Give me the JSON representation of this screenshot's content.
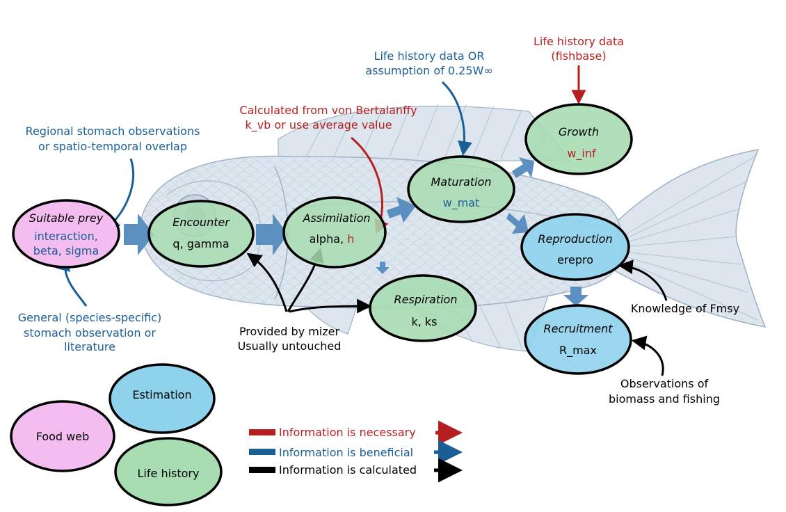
{
  "nodes": {
    "suitable_prey": {
      "title": "Suitable prey",
      "params": "interaction,",
      "params2": "beta, sigma"
    },
    "encounter": {
      "title": "Encounter",
      "params": "q, gamma"
    },
    "assimilation": {
      "title": "Assimilation",
      "params": "alpha, ",
      "params_red": "h"
    },
    "maturation": {
      "title": "Maturation",
      "params": "w_mat"
    },
    "growth": {
      "title": "Growth",
      "params": "w_inf"
    },
    "reproduction": {
      "title": "Reproduction",
      "params": "erepro"
    },
    "respiration": {
      "title": "Respiration",
      "params": "k, ks"
    },
    "recruitment": {
      "title": "Recruitment",
      "params": "R_max"
    }
  },
  "annotations": {
    "regional_stomach": [
      "Regional stomach observations",
      "or spatio-temporal overlap"
    ],
    "general_stomach": [
      "General (species-specific)",
      "stomach observation or",
      "literature"
    ],
    "von_bertalanffy": [
      "Calculated from von Bertalanffy",
      "k_vb or use average value"
    ],
    "life_history_or": [
      "Life history data OR",
      "assumption of 0.25W∞"
    ],
    "life_history_fishbase": [
      "Life history data",
      "(fishbase)"
    ],
    "provided_by_mizer": [
      "Provided by mizer",
      "Usually untouched"
    ],
    "knowledge_fmsy": "Knowledge of Fmsy",
    "observations_biomass": [
      "Observations of",
      "biomass and fishing"
    ]
  },
  "category_legend": {
    "estimation": "Estimation",
    "food_web": "Food web",
    "life_history": "Life history"
  },
  "arrow_legend": {
    "necessary": "Information is necessary",
    "beneficial": "Information is beneficial",
    "calculated": "Information is calculated"
  },
  "colors": {
    "food_web": "#f4bdf0",
    "life_history": "#a8dcb2",
    "estimation": "#8fd2ec",
    "flow_arrow": "#5a8fbf",
    "necessary": "#b51f1f",
    "beneficial": "#1a5e96",
    "calculated": "#000000",
    "fish_body": "#dde6ef",
    "fish_line": "#9fb0c4"
  }
}
